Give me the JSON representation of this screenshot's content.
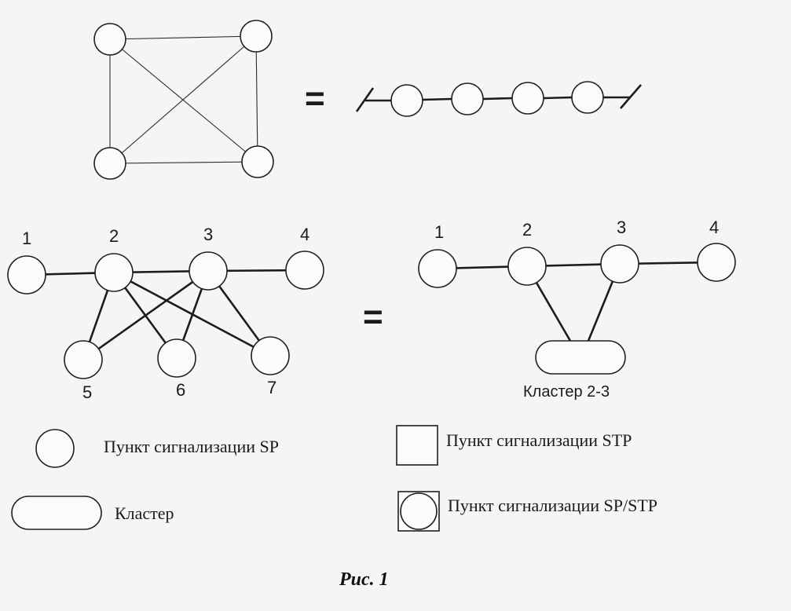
{
  "equals": "=",
  "bottom_left": {
    "labels": {
      "n1": "1",
      "n2": "2",
      "n3": "3",
      "n4": "4",
      "n5": "5",
      "n6": "6",
      "n7": "7"
    }
  },
  "bottom_right": {
    "labels": {
      "n1": "1",
      "n2": "2",
      "n3": "3",
      "n4": "4"
    },
    "cluster_label": "Кластер 2-3"
  },
  "legend": {
    "sp": "Пункт сигнализации SP",
    "stp": "Пункт сигнализации STP",
    "cluster": "Кластер",
    "sp_stp": "Пункт сигнализации SP/STP"
  },
  "caption": "Рис. 1"
}
